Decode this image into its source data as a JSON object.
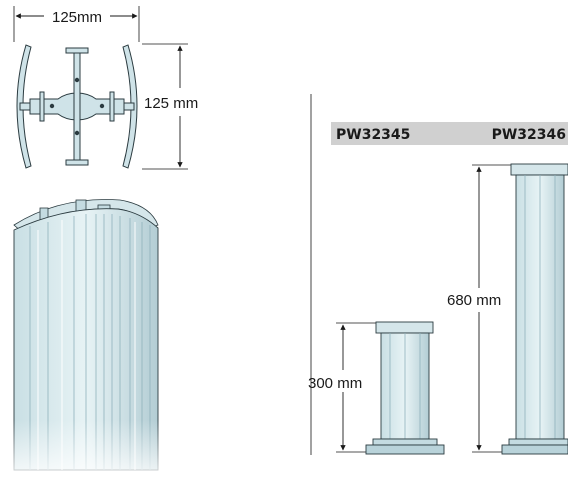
{
  "profile_section": {
    "width_label": "125mm",
    "height_label": "125 mm"
  },
  "products": [
    {
      "code": "PW32345",
      "height_label": "300 mm"
    },
    {
      "code": "PW32346",
      "height_label": "680 mm"
    }
  ],
  "colors": {
    "aluminium_light": "#dcecf0",
    "aluminium_mid": "#b9d3da",
    "aluminium_dark": "#8fb1bb",
    "outline": "#2b3b40",
    "header_band": "#d0d0d0"
  }
}
